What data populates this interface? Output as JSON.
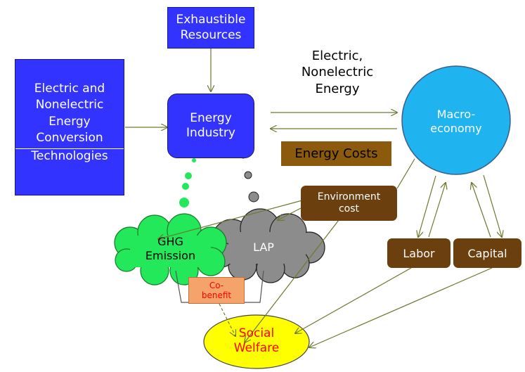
{
  "nodes": {
    "exhaustible": "Exhaustible\nResources",
    "conversion_top": "Electric and\nNonelectric\nEnergy\nConversion",
    "conversion_bottom": "Technologies",
    "energy_industry": "Energy\nIndustry",
    "flow_label": "Electric,\nNonelectric\nEnergy",
    "macroeconomy": "Macro-\neconomy",
    "energy_costs": "Energy Costs",
    "environment_cost": "Environment\ncost",
    "ghg": "GHG\nEmission",
    "lap": "LAP",
    "cobenefit": "Co-\nbenefit",
    "labor": "Labor",
    "capital": "Capital",
    "social_welfare": "Social\nWelfare"
  },
  "colors": {
    "blue_box": "#3333ff",
    "macro_circle": "#1fb3f0",
    "brown_box": "#6b3f0e",
    "energy_costs_box": "#8b5a0c",
    "ghg_cloud": "#22e85a",
    "lap_cloud": "#8c8c8c",
    "cobenefit_box": "#f4a36a",
    "welfare_ellipse": "#ffff00",
    "welfare_text": "#ff0000",
    "arrow": "#6b7a2e"
  }
}
